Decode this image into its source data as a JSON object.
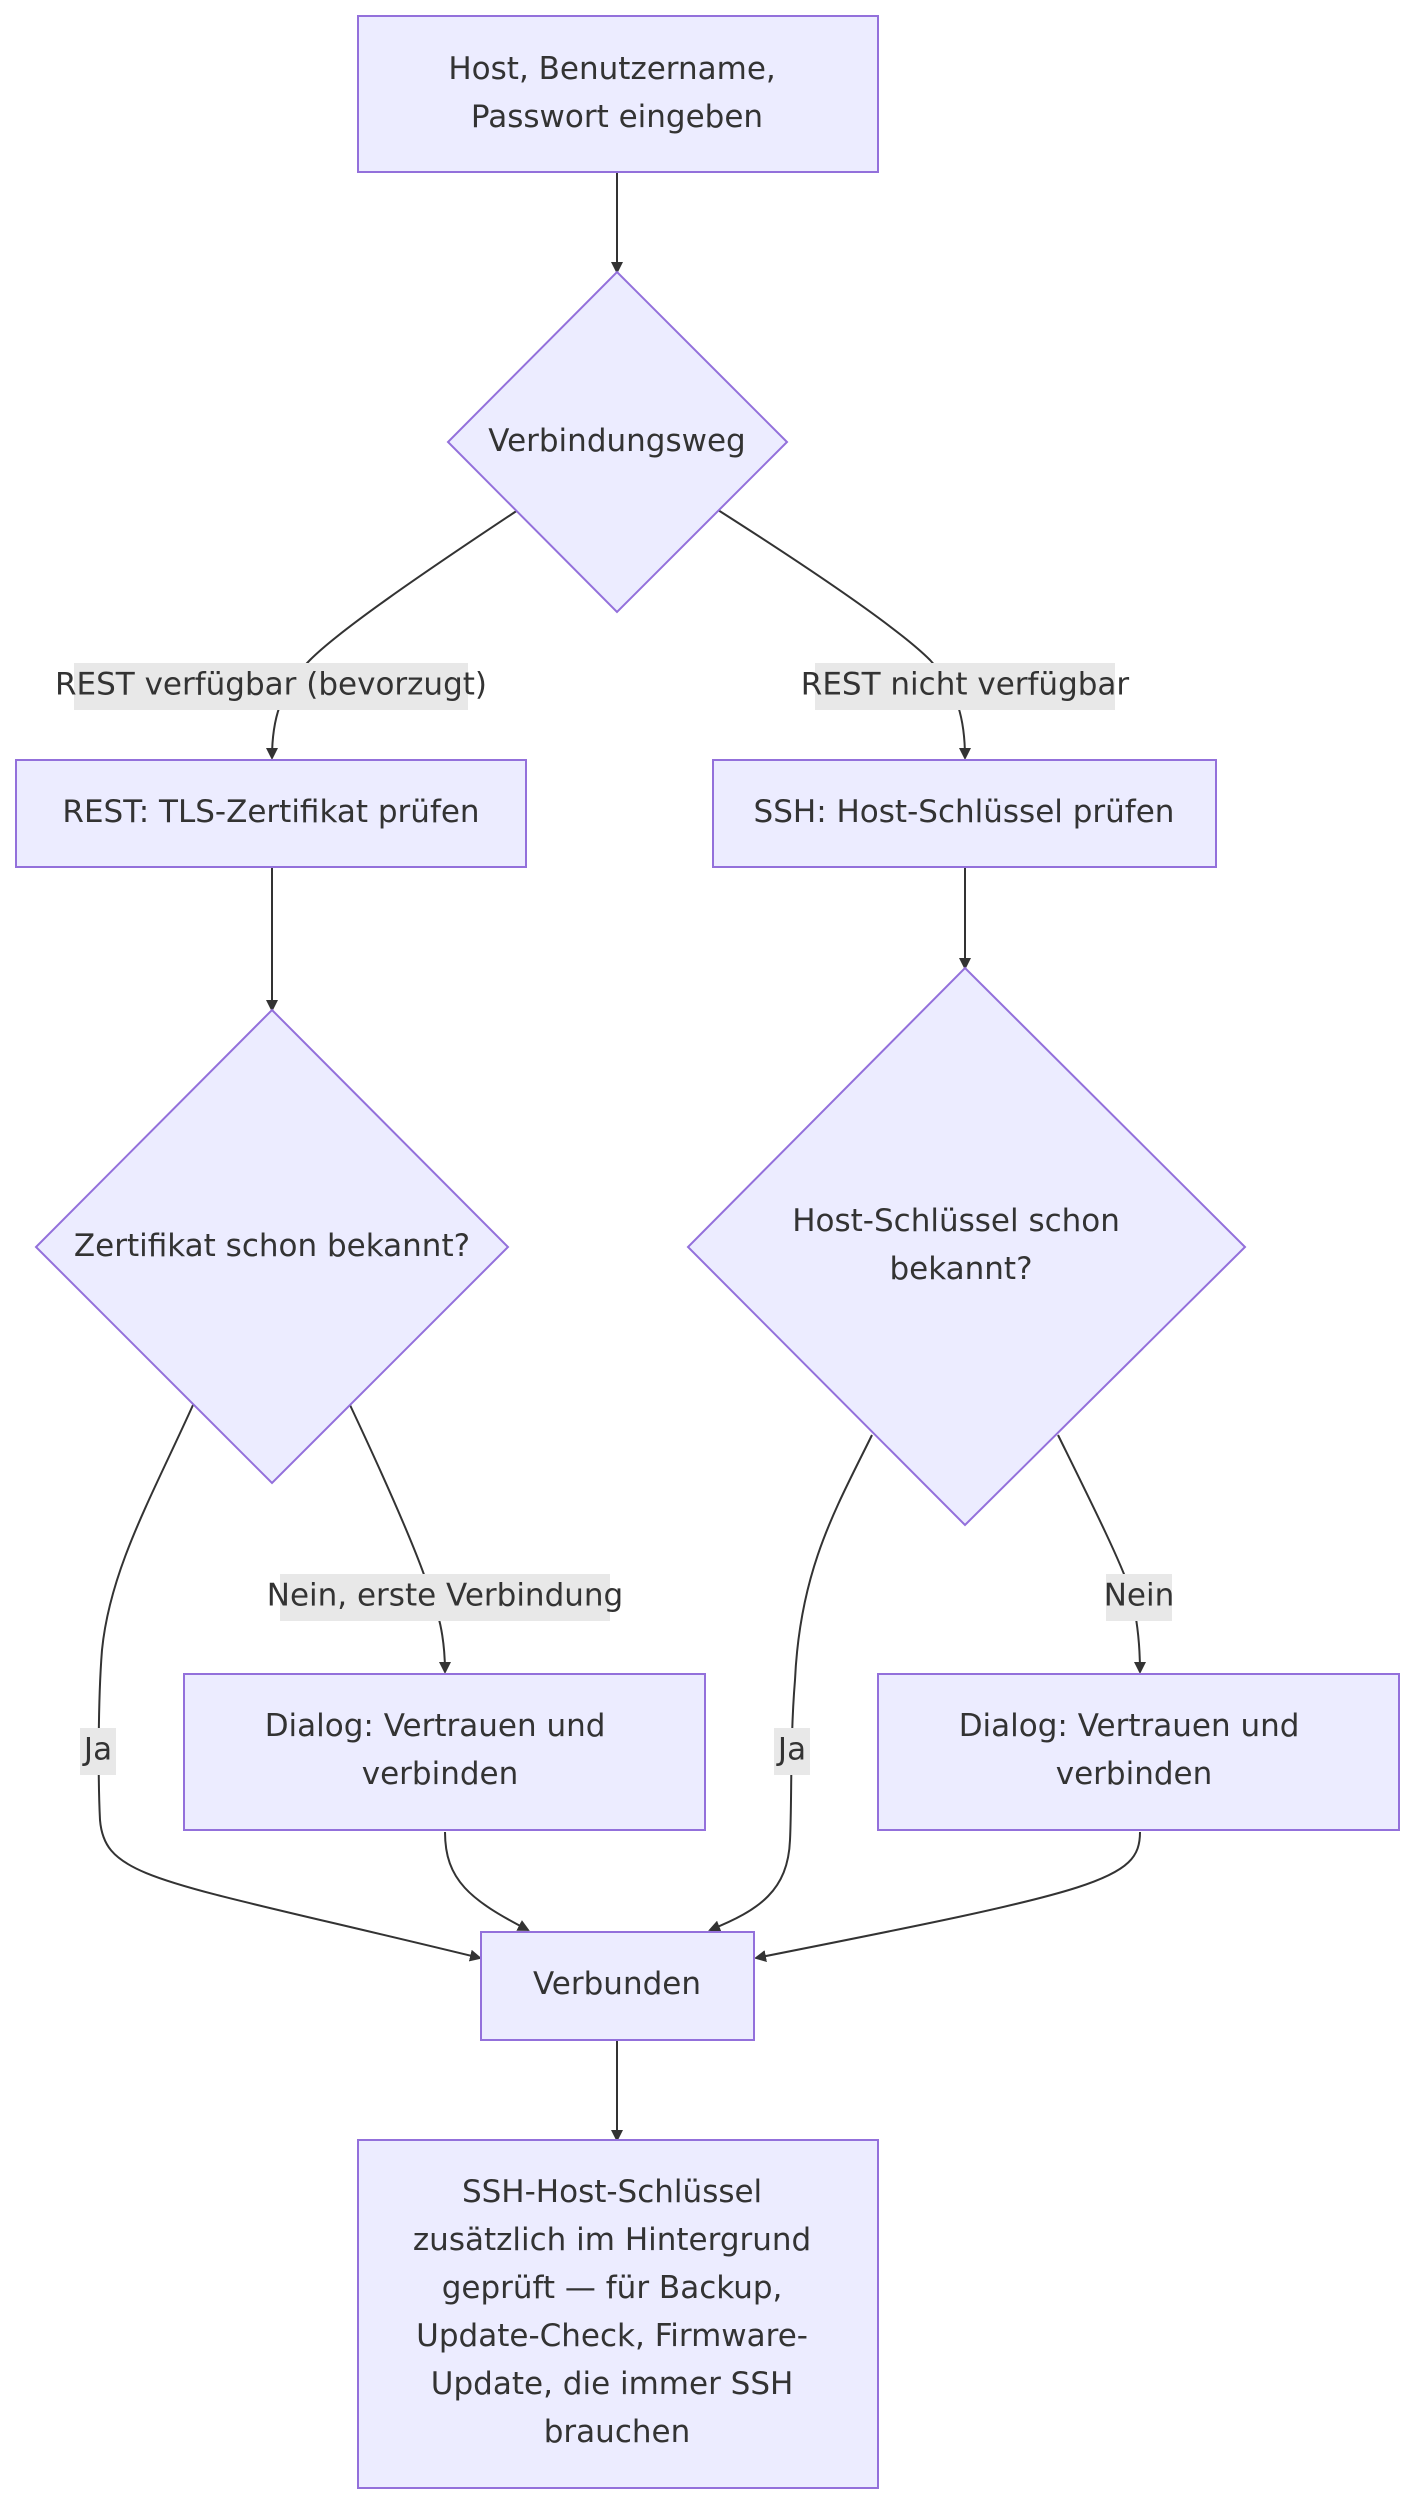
{
  "nodes": {
    "start": {
      "lines": [
        "Host, Benutzername,",
        "Passwort eingeben"
      ]
    },
    "route": {
      "lines": [
        "Verbindungsweg"
      ]
    },
    "rest_check": {
      "lines": [
        "REST: TLS-Zertifikat prüfen"
      ]
    },
    "ssh_check": {
      "lines": [
        "SSH: Host-Schlüssel prüfen"
      ]
    },
    "cert_known": {
      "lines": [
        "Zertifikat schon bekannt?"
      ]
    },
    "key_known": {
      "lines": [
        "Host-Schlüssel schon",
        "bekannt?"
      ]
    },
    "dialog_rest": {
      "lines": [
        "Dialog: Vertrauen und",
        "verbinden"
      ]
    },
    "dialog_ssh": {
      "lines": [
        "Dialog: Vertrauen und",
        "verbinden"
      ]
    },
    "connected": {
      "lines": [
        "Verbunden"
      ]
    },
    "note": {
      "lines": [
        "SSH-Host-Schlüssel",
        "zusätzlich im Hintergrund",
        "geprüft — für Backup,",
        "Update-Check, Firmware-",
        "Update, die immer SSH",
        "brauchen"
      ]
    }
  },
  "edge_labels": {
    "rest_available": "REST verfügbar (bevorzugt)",
    "rest_unavailable": "REST nicht verfügbar",
    "cert_no": "Nein, erste Verbindung",
    "cert_yes": "Ja",
    "key_no": "Nein",
    "key_yes": "Ja"
  },
  "colors": {
    "node_fill": "#ECECFF",
    "node_stroke": "#9370DB",
    "edge": "#333333",
    "label_bg": "#E8E8E8"
  }
}
